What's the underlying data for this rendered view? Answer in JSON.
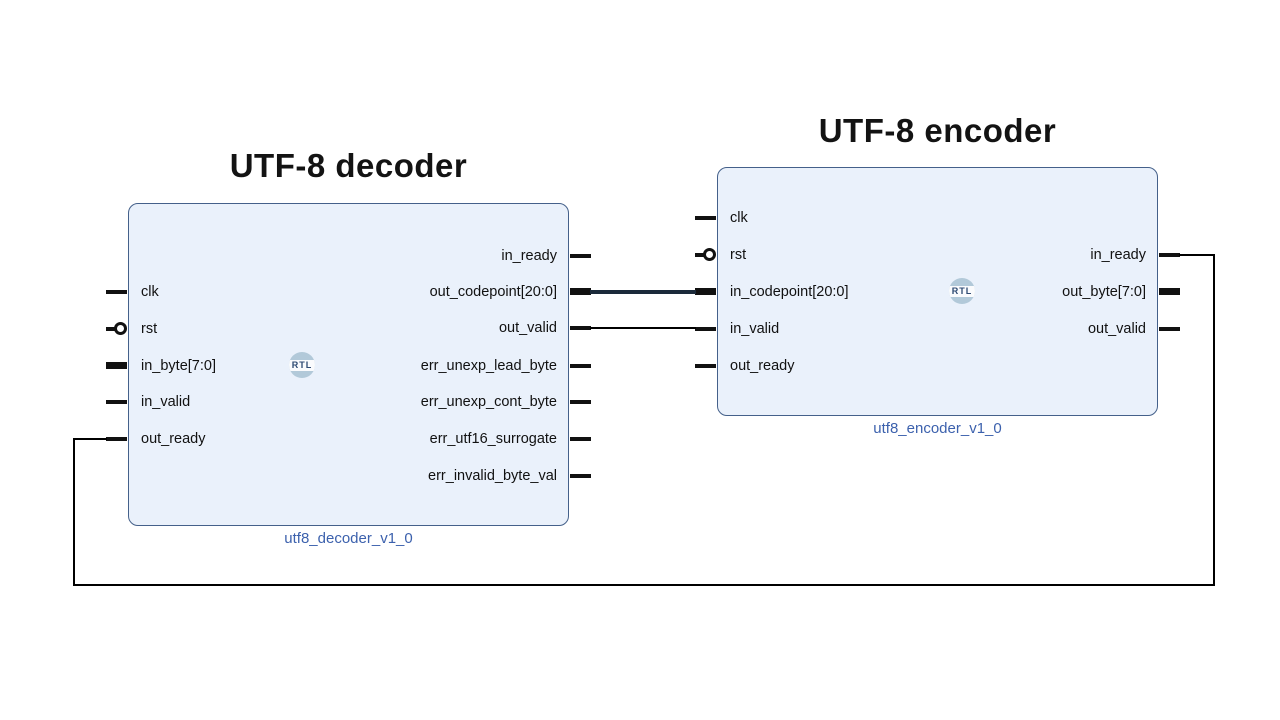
{
  "diagram": {
    "type": "rtl-block-design",
    "background": "#ffffff",
    "colors": {
      "block_fill": "#eaf1fb",
      "block_border": "#44608a",
      "wire": "#000000",
      "bus_wire": "#1b2a3a",
      "port_stub": "#111111",
      "instance_label": "#3c61ad",
      "title_text": "#131313",
      "rtl_badge_circle": "#b2c9d9",
      "rtl_badge_text": "#2d4a73"
    }
  },
  "blocks": [
    {
      "id": "utf8_decoder",
      "title": "UTF-8 decoder",
      "instance_name": "utf8_decoder_v1_0",
      "rtl_badge": "RTL",
      "left_ports": [
        {
          "name": "clk",
          "type": "single"
        },
        {
          "name": "rst",
          "type": "reset-active-low"
        },
        {
          "name": "in_byte[7:0]",
          "type": "bus"
        },
        {
          "name": "in_valid",
          "type": "single"
        },
        {
          "name": "out_ready",
          "type": "single"
        }
      ],
      "right_ports": [
        {
          "name": "in_ready",
          "type": "single"
        },
        {
          "name": "out_codepoint[20:0]",
          "type": "bus"
        },
        {
          "name": "out_valid",
          "type": "single"
        },
        {
          "name": "err_unexp_lead_byte",
          "type": "single"
        },
        {
          "name": "err_unexp_cont_byte",
          "type": "single"
        },
        {
          "name": "err_utf16_surrogate",
          "type": "single"
        },
        {
          "name": "err_invalid_byte_val",
          "type": "single"
        }
      ]
    },
    {
      "id": "utf8_encoder",
      "title": "UTF-8 encoder",
      "instance_name": "utf8_encoder_v1_0",
      "rtl_badge": "RTL",
      "left_ports": [
        {
          "name": "clk",
          "type": "single"
        },
        {
          "name": "rst",
          "type": "reset-active-low"
        },
        {
          "name": "in_codepoint[20:0]",
          "type": "bus"
        },
        {
          "name": "in_valid",
          "type": "single"
        },
        {
          "name": "out_ready",
          "type": "single"
        }
      ],
      "right_ports": [
        {
          "name": "in_ready",
          "type": "single"
        },
        {
          "name": "out_byte[7:0]",
          "type": "bus"
        },
        {
          "name": "out_valid",
          "type": "single"
        }
      ]
    }
  ],
  "connections": [
    {
      "from": "utf8_decoder_v1_0/out_codepoint[20:0]",
      "to": "utf8_encoder_v1_0/in_codepoint[20:0]",
      "kind": "bus"
    },
    {
      "from": "utf8_decoder_v1_0/out_valid",
      "to": "utf8_encoder_v1_0/in_valid",
      "kind": "single"
    },
    {
      "from": "utf8_encoder_v1_0/in_ready",
      "to": "utf8_decoder_v1_0/out_ready",
      "kind": "single",
      "route": "right-down-around-bottom-up-left"
    }
  ]
}
